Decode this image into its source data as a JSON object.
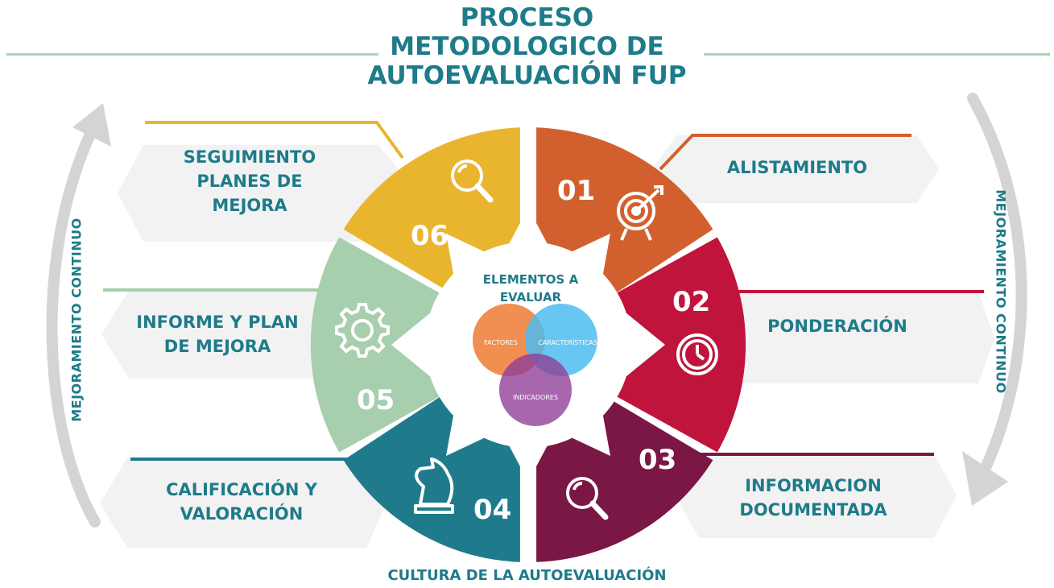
{
  "title": {
    "line1": "PROCESO",
    "line2": "METODOLOGICO DE",
    "line3": "AUTOEVALUACIÓN FUP"
  },
  "center": {
    "title_line1": "ELEMENTOS A",
    "title_line2": "EVALUAR",
    "venn": [
      "FACTORES",
      "CARACTERÍSTICAS",
      "INDICADORES"
    ]
  },
  "steps": [
    {
      "number": "01",
      "label_lines": [
        "ALISTAMIENTO"
      ],
      "icon": "target-icon",
      "color": "#d2602f"
    },
    {
      "number": "02",
      "label_lines": [
        "PONDERACIÓN"
      ],
      "icon": "clock-icon",
      "color": "#c0143c"
    },
    {
      "number": "03",
      "label_lines": [
        "INFORMACION",
        "DOCUMENTADA"
      ],
      "icon": "magnifier-icon",
      "color": "#7a1744"
    },
    {
      "number": "04",
      "label_lines": [
        "CALIFICACIÓN Y",
        "VALORACIÓN"
      ],
      "icon": "chess-knight-icon",
      "color": "#1f7b8c"
    },
    {
      "number": "05",
      "label_lines": [
        "INFORME Y PLAN",
        "DE MEJORA"
      ],
      "icon": "gear-icon",
      "color": "#a7cfad"
    },
    {
      "number": "06",
      "label_lines": [
        "SEGUIMIENTO",
        "PLANES DE",
        "MEJORA"
      ],
      "icon": "magnifier-icon",
      "color": "#e9b52f"
    }
  ],
  "side_left": "MEJORAMIENTO CONTINUO",
  "side_right": "MEJORAMIENTO CONTINUO",
  "bottom": "CULTURA DE LA AUTOEVALUACIÓN",
  "colors": {
    "text": "#1e7b8a",
    "panel": "#f2f2f2",
    "arrow": "#d4d4d4",
    "title_line": "#a9d3b5"
  }
}
